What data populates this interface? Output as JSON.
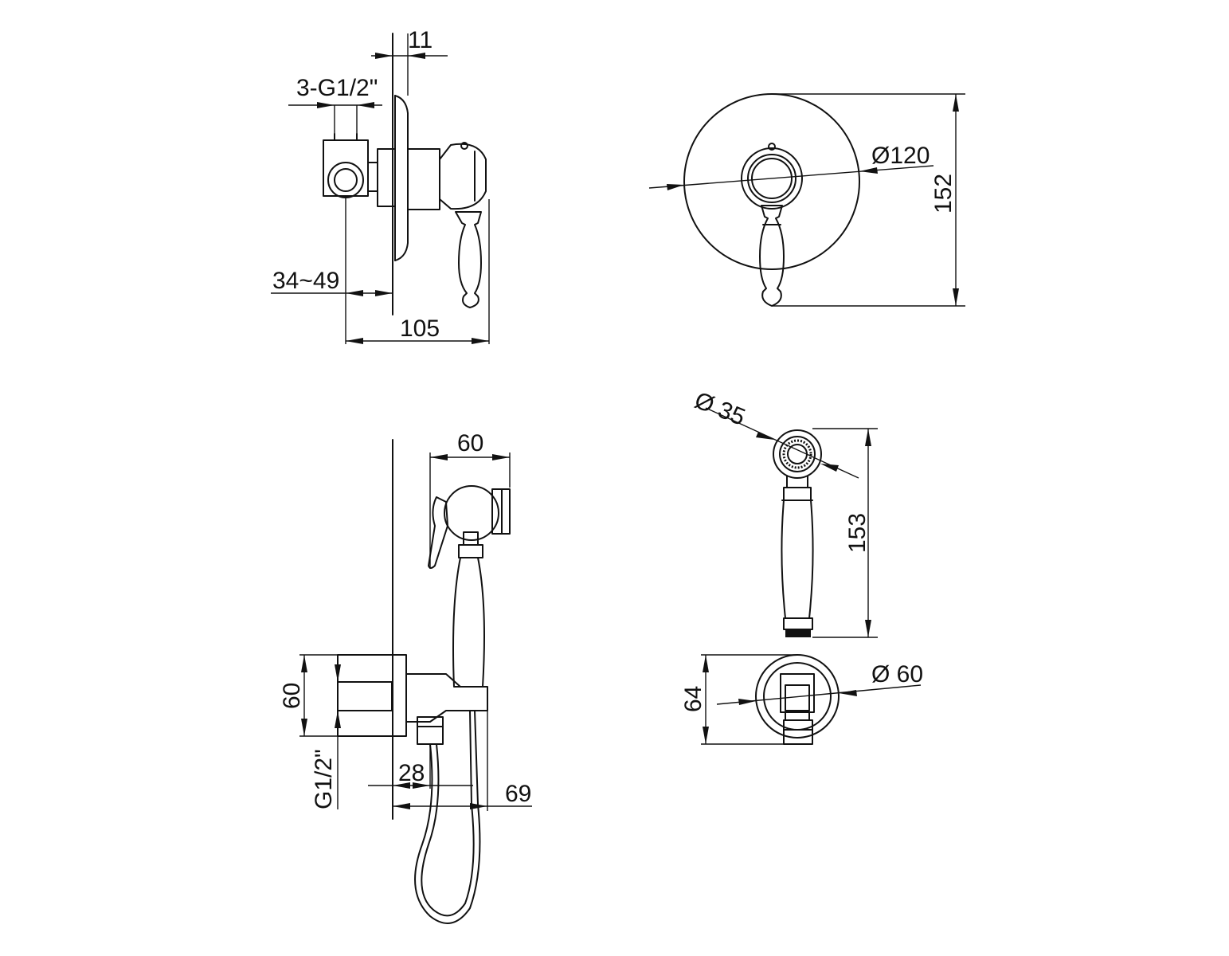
{
  "dimensions": {
    "inset_depth": "11",
    "inlet_thread": "3-G1/2\"",
    "wall_adjust": "34~49",
    "body_depth": "105",
    "plate_diameter": "Ø120",
    "plate_height": "152",
    "head_width": "60",
    "outlet_height": "60",
    "outlet_thread": "G1/2\"",
    "outlet_offset": "28",
    "holder_offset": "69",
    "spray_diameter": "Ø 35",
    "handset_length": "153",
    "elbow_height": "64",
    "elbow_diameter": "Ø 60"
  }
}
